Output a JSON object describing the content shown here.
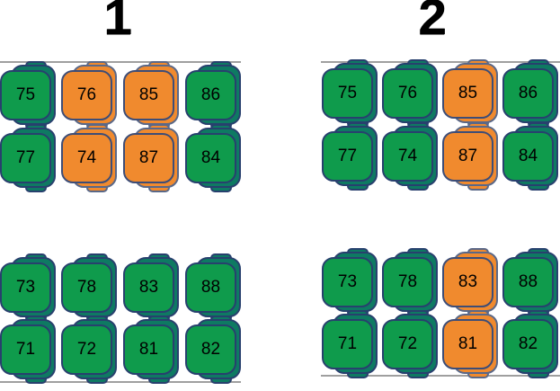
{
  "colors": {
    "heading_text": "#000000",
    "room_line": "#9f9f9f",
    "available_fill": "#0f9b4c",
    "available_back": "#0e7a62",
    "available_border": "#28406e",
    "selected_fill": "#f08a2e",
    "selected_back": "#f08a2e",
    "selected_border": "#3d4d77",
    "selected_back_border": "#5a6888",
    "seat_number_text": "#000000"
  },
  "panels": [
    {
      "heading": "1",
      "seat_rows": [
        [
          {
            "number": "75",
            "state": "available"
          },
          {
            "number": "76",
            "state": "selected"
          },
          {
            "number": "85",
            "state": "selected"
          },
          {
            "number": "86",
            "state": "available"
          }
        ],
        [
          {
            "number": "77",
            "state": "available"
          },
          {
            "number": "74",
            "state": "selected"
          },
          {
            "number": "87",
            "state": "selected"
          },
          {
            "number": "84",
            "state": "available"
          }
        ],
        [
          {
            "number": "73",
            "state": "available"
          },
          {
            "number": "78",
            "state": "available"
          },
          {
            "number": "83",
            "state": "available"
          },
          {
            "number": "88",
            "state": "available"
          }
        ],
        [
          {
            "number": "71",
            "state": "available"
          },
          {
            "number": "72",
            "state": "available"
          },
          {
            "number": "81",
            "state": "available"
          },
          {
            "number": "82",
            "state": "available"
          }
        ]
      ]
    },
    {
      "heading": "2",
      "seat_rows": [
        [
          {
            "number": "75",
            "state": "available"
          },
          {
            "number": "76",
            "state": "available"
          },
          {
            "number": "85",
            "state": "selected"
          },
          {
            "number": "86",
            "state": "available"
          }
        ],
        [
          {
            "number": "77",
            "state": "available"
          },
          {
            "number": "74",
            "state": "available"
          },
          {
            "number": "87",
            "state": "selected"
          },
          {
            "number": "84",
            "state": "available"
          }
        ],
        [
          {
            "number": "73",
            "state": "available"
          },
          {
            "number": "78",
            "state": "available"
          },
          {
            "number": "83",
            "state": "selected"
          },
          {
            "number": "88",
            "state": "available"
          }
        ],
        [
          {
            "number": "71",
            "state": "available"
          },
          {
            "number": "72",
            "state": "available"
          },
          {
            "number": "81",
            "state": "selected"
          },
          {
            "number": "82",
            "state": "available"
          }
        ]
      ]
    }
  ]
}
